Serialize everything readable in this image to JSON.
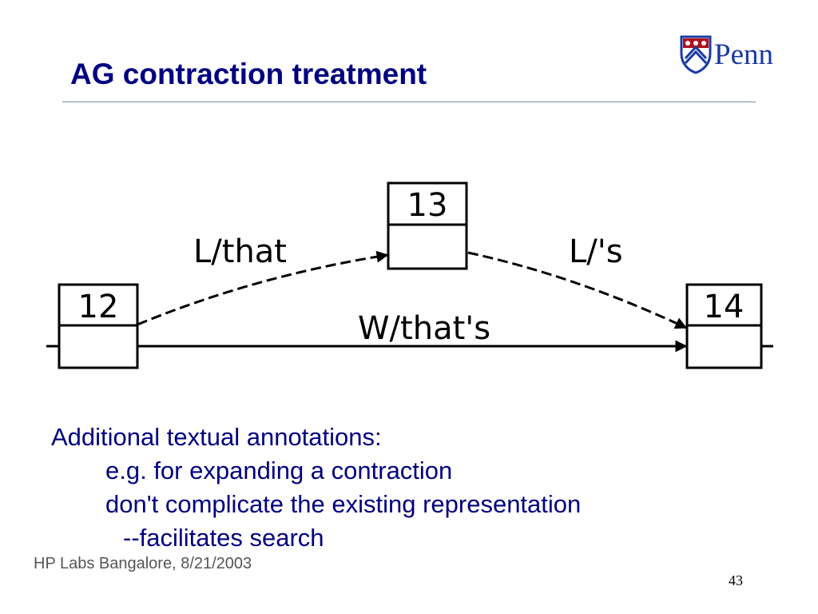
{
  "slide": {
    "title": "AG contraction treatment",
    "logo": {
      "text": "Penn",
      "icon": "penn-shield-icon"
    },
    "diagram": {
      "nodes": [
        {
          "id": "12",
          "label": "12"
        },
        {
          "id": "13",
          "label": "13"
        },
        {
          "id": "14",
          "label": "14"
        }
      ],
      "edges": [
        {
          "from": "12",
          "to": "13",
          "label": "L/that",
          "style": "dashed"
        },
        {
          "from": "13",
          "to": "14",
          "label": "L/'s",
          "style": "dashed"
        },
        {
          "from": "12",
          "to": "14",
          "label": "W/that's",
          "style": "solid"
        }
      ]
    },
    "body": {
      "line1": "Additional textual annotations:",
      "line2": "e.g. for expanding a contraction",
      "line3": "don't complicate the existing representation",
      "line4": "--facilitates search"
    },
    "footer": "HP Labs Bangalore, 8/21/2003",
    "page_number": "43",
    "colors": {
      "title": "#000080",
      "body": "#000080",
      "rule": "#7f8db0",
      "logo": "#1a3aa0"
    }
  }
}
